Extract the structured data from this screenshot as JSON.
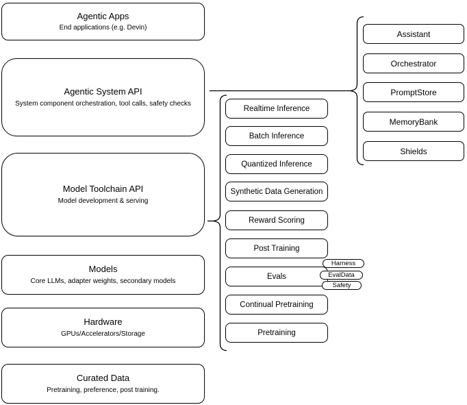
{
  "canvas": {
    "background": "#ffffff",
    "stroke_color": "#000000",
    "text_color": "#000000"
  },
  "layers": [
    {
      "title": "Agentic Apps",
      "subtitle": "End applications (e.g. Devin)"
    },
    {
      "title": "Agentic System API",
      "subtitle": "System component orchestration, tool calls, safety checks"
    },
    {
      "title": "Model Toolchain API",
      "subtitle": "Model development & serving"
    },
    {
      "title": "Models",
      "subtitle": "Core LLMs, adapter weights, secondary models"
    },
    {
      "title": "Hardware",
      "subtitle": "GPUs/Accelerators/Storage"
    },
    {
      "title": "Curated Data",
      "subtitle": "Pretraining, preference, post training."
    }
  ],
  "toolchain": {
    "items": [
      "Realtime Inference",
      "Batch Inference",
      "Quantized Inference",
      "Synthetic Data Generation",
      "Reward Scoring",
      "Post Training",
      "Evals",
      "Continual Pretraining",
      "Pretraining"
    ]
  },
  "evals_tags": [
    "Harness",
    "EvalData",
    "Safety"
  ],
  "system_components": [
    "Assistant",
    "Orchestrator",
    "PromptStore",
    "MemoryBank",
    "Shields"
  ]
}
